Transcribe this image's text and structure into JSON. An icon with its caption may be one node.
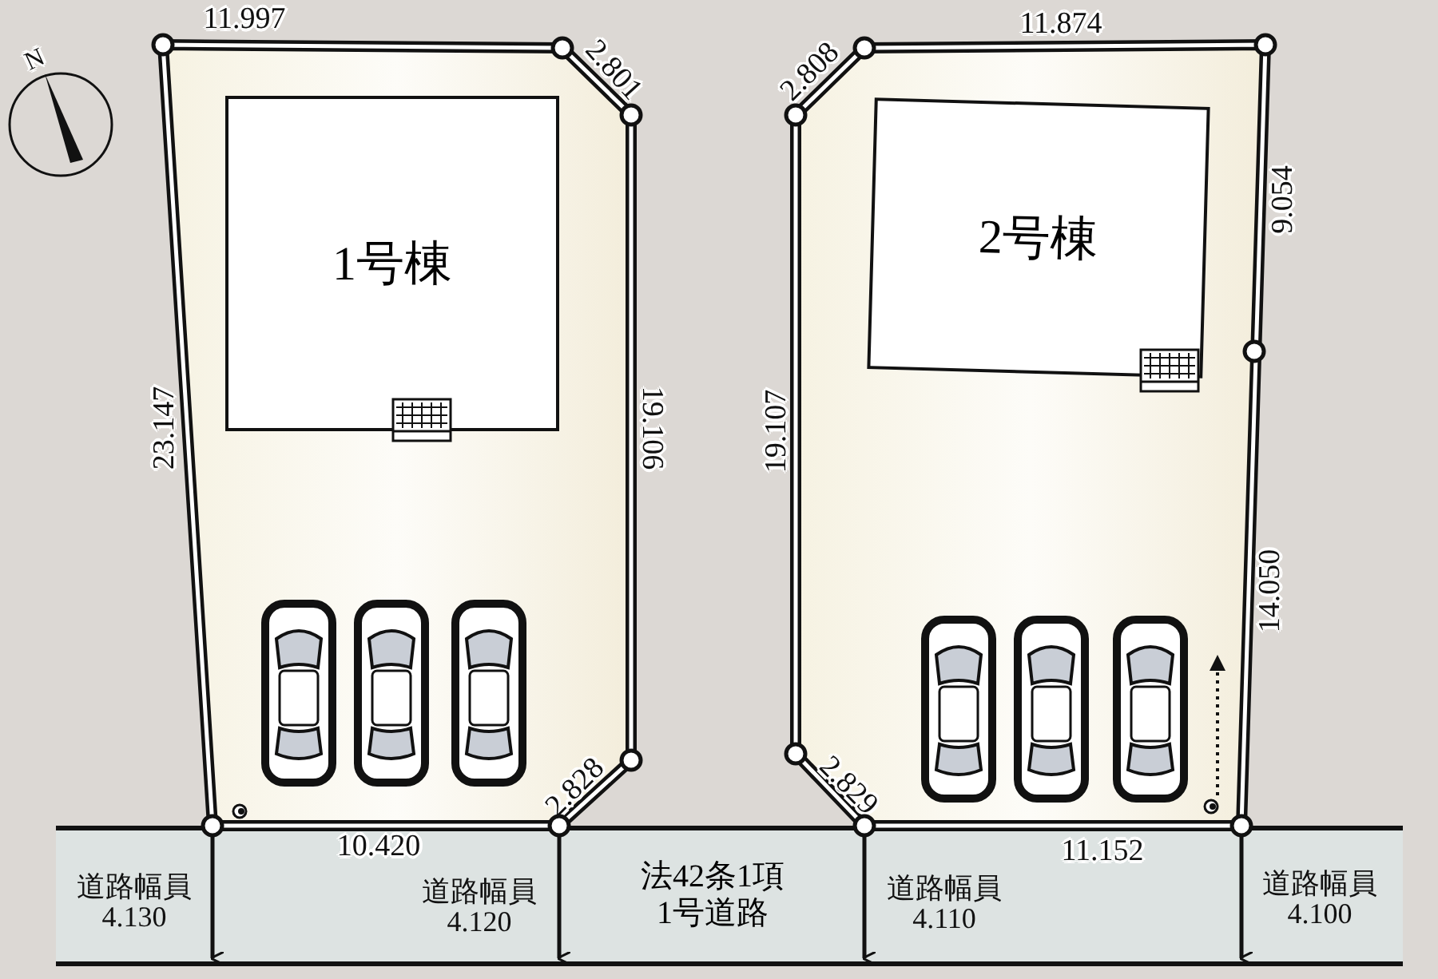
{
  "diagram": {
    "nodes": [
      {
        "text": [],
        "shape": "box"
      },
      {
        "text": [
          "1号棟"
        ],
        "in": 0
      },
      {
        "text": [],
        "shape": "box"
      },
      {
        "text": [
          "2号棟"
        ],
        "in": 2
      },
      {
        "text": [
          "法42条1項 1号道路"
        ]
      }
    ],
    "edges": [],
    "labels": [
      "N",
      "11.997",
      "2.801",
      "2.808",
      "11.874",
      "9.054",
      "23.147",
      "19.106",
      "19.107",
      "14.050",
      "2.828",
      "2.829",
      "10.420",
      "11.152",
      "道路幅員 4.130",
      "道路幅員 4.120",
      "道路幅員 4.110",
      "道路幅員 4.100"
    ]
  }
}
